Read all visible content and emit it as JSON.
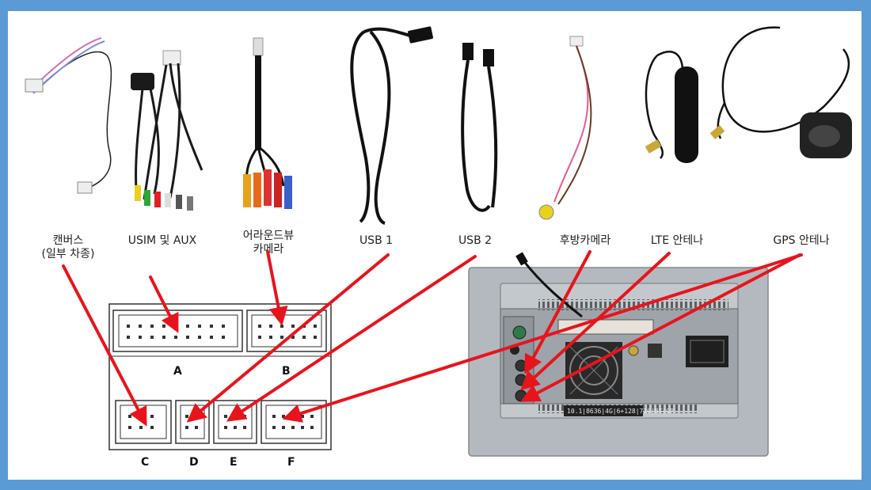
{
  "labels": {
    "canbus": "캔버스",
    "canbus_note": "(일부 차종)",
    "usim_aux": "USIM 및 AUX",
    "around_view_1": "어라운드뷰",
    "around_view_2": "카메라",
    "usb1": "USB 1",
    "usb2": "USB 2",
    "rear_camera": "후방카메라",
    "lte": "LTE 안테나",
    "gps": "GPS 안테나"
  },
  "connectors": {
    "a": "A",
    "b": "B",
    "c": "C",
    "d": "D",
    "e": "E",
    "f": "F"
  },
  "unit": {
    "model_text": "10.1|8636|4G|6+128|720|BT|GP"
  },
  "colors": {
    "frame": "#5b9bd5",
    "arrow": "#e8141c",
    "cable": "#1a1a1a",
    "panel": "#aeb4ba"
  }
}
